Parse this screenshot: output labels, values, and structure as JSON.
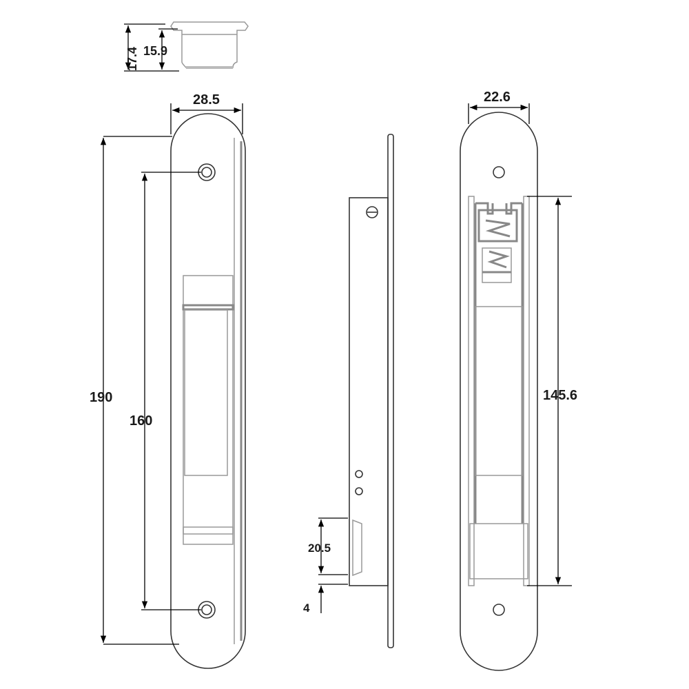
{
  "dimensions": {
    "profile_total_height": "17.4",
    "profile_inner_height": "15.9",
    "front_width": "28.5",
    "front_length": "190",
    "hole_spacing": "160",
    "side_offset": "20.5",
    "side_small": "4",
    "back_width": "22.6",
    "back_body_length": "145.6"
  }
}
